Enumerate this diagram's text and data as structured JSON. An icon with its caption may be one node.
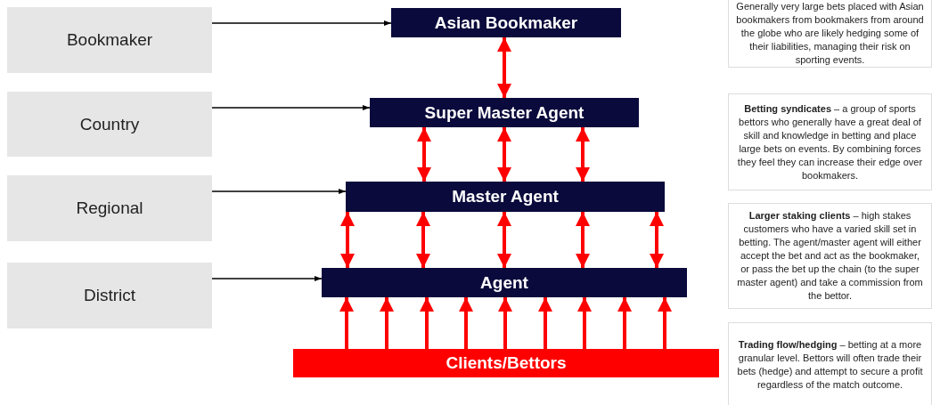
{
  "diagram": {
    "nodes": [
      {
        "text": [
          "Bookmaker"
        ]
      },
      {
        "text": [
          "Country"
        ]
      },
      {
        "text": [
          "Regional"
        ]
      },
      {
        "text": [
          "District"
        ]
      },
      {
        "text": [
          "Asian Bookmaker"
        ]
      },
      {
        "text": [
          "Super Master Agent"
        ]
      },
      {
        "text": [
          "Master Agent"
        ]
      },
      {
        "text": [
          "Agent"
        ]
      },
      {
        "text": [
          "Clients/Bettors"
        ]
      },
      {
        "text": [
          "Generally very large bets placed with Asian bookmakers from bookmakers from around the globe who are likely hedging some of their liabilities, managing their risk on sporting events."
        ]
      },
      {
        "text": [
          "**Betting syndicates** – a group of sports bettors who generally have a great deal of skill and knowledge in betting and place large bets on events. By combining forces they feel they can increase their edge over bookmakers."
        ]
      },
      {
        "text": [
          "**Larger staking clients** – high stakes customers who have a varied skill set in betting. The agent/master agent will either accept the bet and act as the bookmaker, or pass the bet up the chain (to the super master agent) and take a commission from the bettor."
        ]
      },
      {
        "text": [
          "**Trading flow/hedging** – betting at a more granular level. Bettors will often trade their bets (hedge) and attempt to secure a profit regardless of the match outcome."
        ]
      }
    ],
    "edges": [
      {
        "from": 0,
        "to": 4,
        "arrow": "to",
        "color": "#000000"
      },
      {
        "from": 1,
        "to": 5,
        "arrow": "to",
        "color": "#000000"
      },
      {
        "from": 2,
        "to": 6,
        "arrow": "to",
        "color": "#000000"
      },
      {
        "from": 3,
        "to": 7,
        "arrow": "to",
        "color": "#000000"
      },
      {
        "from": 4,
        "to": 5,
        "arrow": "both"
      },
      {
        "from": 5,
        "to": 6,
        "arrow": "both"
      },
      {
        "from": 5,
        "to": 6,
        "arrow": "both"
      },
      {
        "from": 5,
        "to": 6,
        "arrow": "both"
      },
      {
        "from": 6,
        "to": 7,
        "arrow": "both"
      },
      {
        "from": 6,
        "to": 7,
        "arrow": "both"
      },
      {
        "from": 6,
        "to": 7,
        "arrow": "both"
      },
      {
        "from": 6,
        "to": 7,
        "arrow": "both"
      },
      {
        "from": 6,
        "to": 7,
        "arrow": "both"
      },
      {
        "from": 8,
        "to": 7,
        "arrow": "to"
      },
      {
        "from": 8,
        "to": 7,
        "arrow": "to"
      },
      {
        "from": 8,
        "to": 7,
        "arrow": "to"
      },
      {
        "from": 8,
        "to": 7,
        "arrow": "to"
      },
      {
        "from": 8,
        "to": 7,
        "arrow": "to"
      },
      {
        "from": 8,
        "to": 7,
        "arrow": "to"
      },
      {
        "from": 8,
        "to": 7,
        "arrow": "to"
      },
      {
        "from": 8,
        "to": 7,
        "arrow": "to"
      },
      {
        "from": 8,
        "to": 7,
        "arrow": "to"
      }
    ]
  }
}
